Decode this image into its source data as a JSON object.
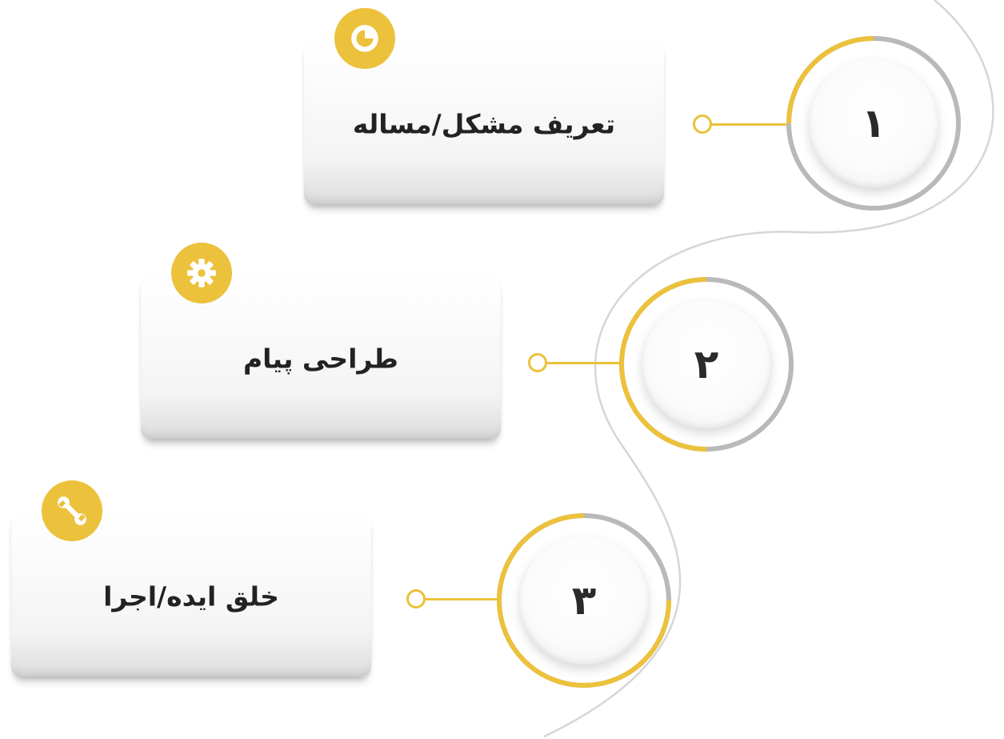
{
  "steps": [
    {
      "number": "۱",
      "label": "تعریف مشکل/مساله",
      "icon": "pie-chart-icon",
      "progress": 0.25
    },
    {
      "number": "۲",
      "label": "طراحی پیام",
      "icon": "gear-icon",
      "progress": 0.5
    },
    {
      "number": "۳",
      "label": "خلق ایده/اجرا",
      "icon": "wrench-icon",
      "progress": 0.75
    }
  ],
  "colors": {
    "accent": "#ecc13b",
    "track": "#b9b9b9",
    "text": "#222222"
  }
}
